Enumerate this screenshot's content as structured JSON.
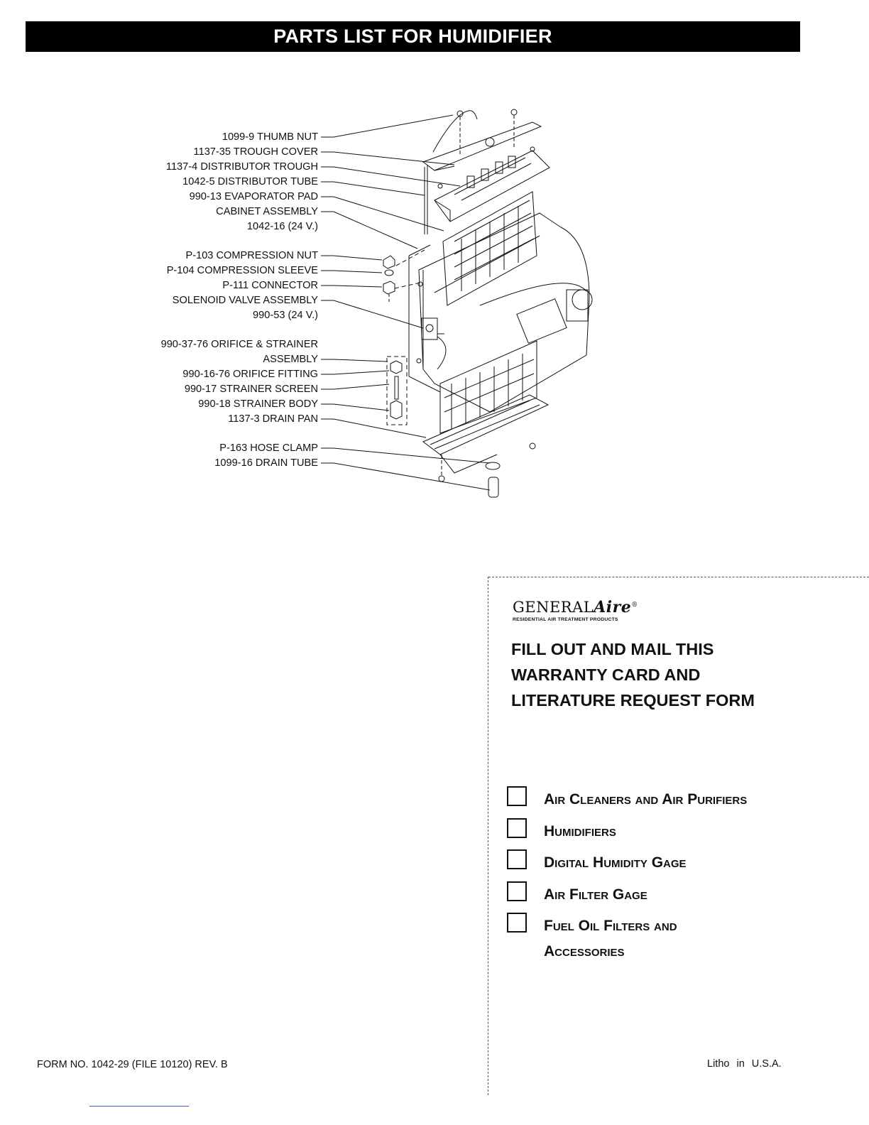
{
  "header": {
    "title": "PARTS LIST FOR HUMIDIFIER"
  },
  "parts": [
    "1099-9 THUMB NUT",
    "1137-35 TROUGH COVER",
    "1137-4 DISTRIBUTOR TROUGH",
    "1042-5 DISTRIBUTOR TUBE",
    "990-13 EVAPORATOR PAD",
    "CABINET ASSEMBLY",
    "1042-16 (24 V.)",
    "P-103 COMPRESSION NUT",
    "P-104 COMPRESSION SLEEVE",
    "P-111 CONNECTOR",
    "SOLENOID VALVE ASSEMBLY",
    "990-53 (24 V.)",
    "990-37-76 ORIFICE & STRAINER",
    "ASSEMBLY",
    "990-16-76 ORIFICE FITTING",
    "990-17 STRAINER SCREEN",
    "990-18 STRAINER BODY",
    "1137-3 DRAIN PAN",
    "P-163 HOSE CLAMP",
    "1099-16 DRAIN TUBE"
  ],
  "card": {
    "brand_general": "GENERAL",
    "brand_aire": "Aire",
    "brand_reg": "®",
    "brand_sub": "RESIDENTIAL AIR TREATMENT PRODUCTS",
    "heading": [
      "FILL OUT AND MAIL THIS",
      "WARRANTY CARD AND",
      "LITERATURE REQUEST FORM"
    ],
    "options": [
      {
        "line1": "Air Cleaners and Air Purifiers",
        "line2": "",
        "checked": false
      },
      {
        "line1": "Humidifiers",
        "line2": "",
        "checked": false
      },
      {
        "line1": "Digital Humidity Gage",
        "line2": "",
        "checked": false
      },
      {
        "line1": "Air Filter Gage",
        "line2": "",
        "checked": false
      },
      {
        "line1": "Fuel Oil Filters and",
        "line2": "Accessories",
        "checked": false
      }
    ]
  },
  "footer": {
    "form_no": "FORM NO. 1042-29  (FILE 10120) REV. B",
    "litho": "Litho in U.S.A."
  }
}
